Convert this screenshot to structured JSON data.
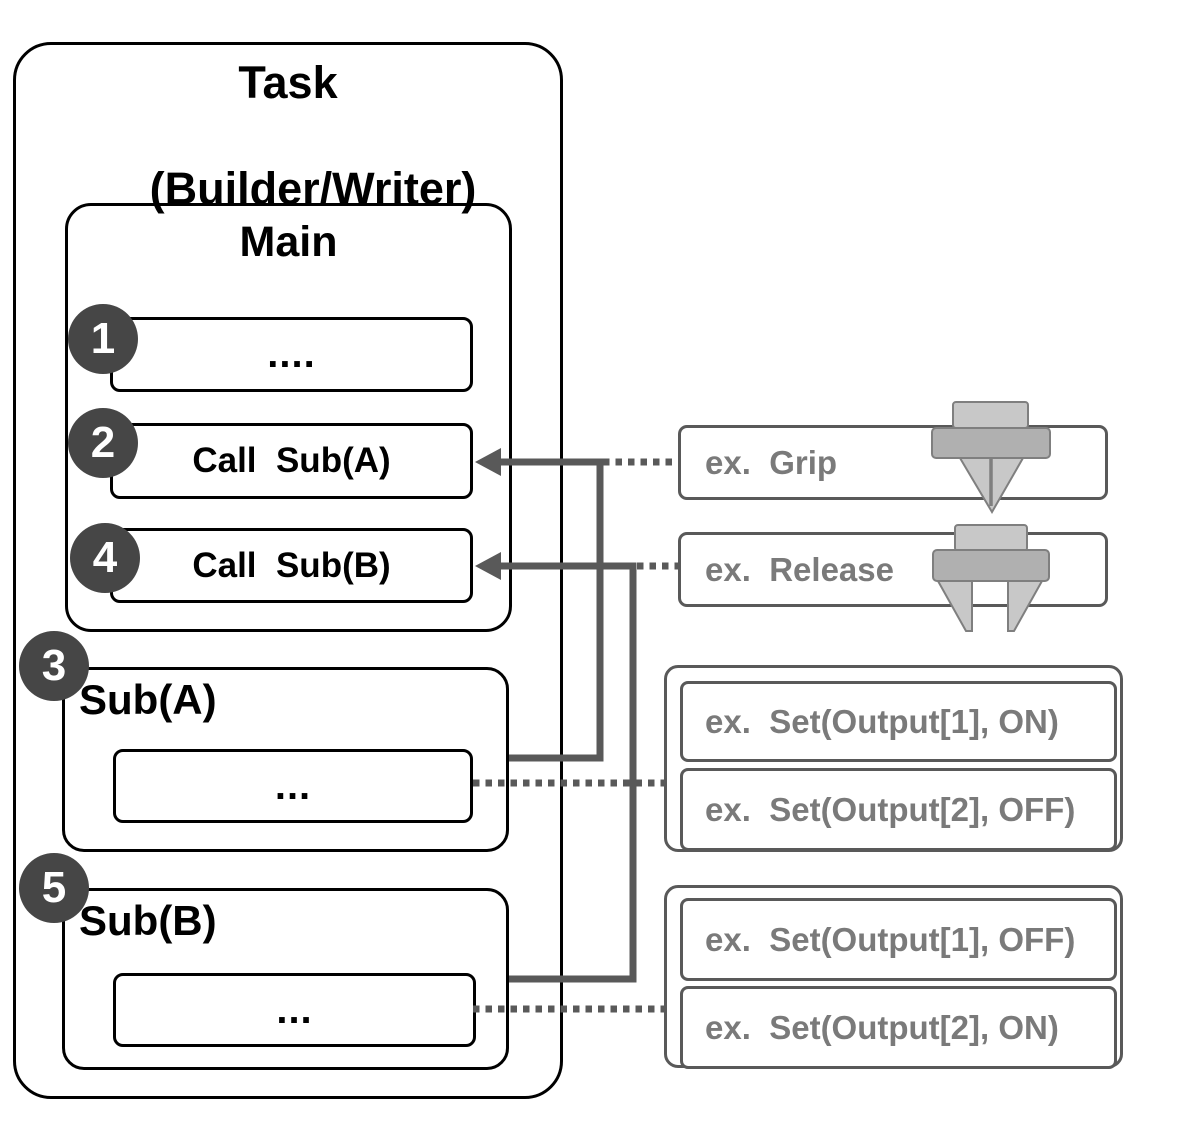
{
  "task": {
    "title_line1": "Task",
    "title_line2": "(Builder/Writer)"
  },
  "main": {
    "title": "Main",
    "steps": [
      {
        "badge": "1",
        "label": "...."
      },
      {
        "badge": "2",
        "label": "Call  Sub(A)"
      },
      {
        "badge": "4",
        "label": "Call  Sub(B)"
      }
    ]
  },
  "subs": [
    {
      "badge": "3",
      "title": "Sub(A)",
      "body": "..."
    },
    {
      "badge": "5",
      "title": "Sub(B)",
      "body": "..."
    }
  ],
  "examples": {
    "grip": {
      "label": "ex.  Grip",
      "icon": "gripper-closed-icon"
    },
    "release": {
      "label": "ex.  Release",
      "icon": "gripper-open-icon"
    },
    "sub_a": [
      "ex.  Set(Output[1], ON)",
      "ex.  Set(Output[2], OFF)"
    ],
    "sub_b": [
      "ex.  Set(Output[1], OFF)",
      "ex.  Set(Output[2], ON)"
    ]
  },
  "colors": {
    "outline_black": "#000000",
    "connector_gray": "#595959",
    "example_text_gray": "#7a7a7a",
    "badge_fill": "#464646",
    "icon_light_gray": "#c8c8c8",
    "icon_mid_gray": "#b0b0b0",
    "icon_border_gray": "#7f7f7f"
  }
}
